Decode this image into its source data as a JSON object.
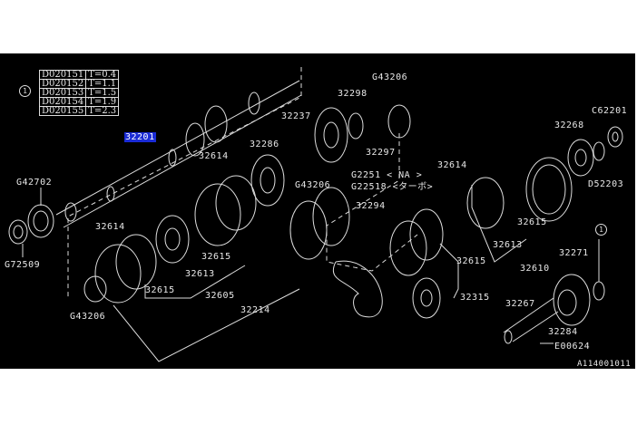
{
  "diagram_id": "A114001011",
  "thickness_table": {
    "ref": "1",
    "rows": [
      {
        "part": "D020151",
        "thickness": "T=0.4"
      },
      {
        "part": "D020152",
        "thickness": "T=1.1"
      },
      {
        "part": "D020153",
        "thickness": "T=1.5"
      },
      {
        "part": "D020154",
        "thickness": "T=1.9"
      },
      {
        "part": "D020155",
        "thickness": "T=2.3"
      }
    ]
  },
  "selected_part": "32201",
  "parts": {
    "g42702": "G42702",
    "g72509": "G72509",
    "p32614_a": "32614",
    "p32615_a": "32615",
    "p32615_b": "32615",
    "p32613_a": "32613",
    "p32605": "32605",
    "p32214": "32214",
    "g43206_a": "G43206",
    "p32614_b": "32614",
    "p32286": "32286",
    "p32237": "32237",
    "g43206_b": "G43206",
    "g43206_c": "G43206",
    "p32298": "32298",
    "p32297": "32297",
    "g2251": "G2251 < NA >",
    "g22518": "G22518 <ターボ>",
    "p32294": "32294",
    "p32614_c": "32614",
    "p32268": "32268",
    "c62201": "C62201",
    "d52203": "D52203",
    "p32615_c": "32615",
    "p32613_b": "32613",
    "p32615_d": "32615",
    "p32610": "32610",
    "p32271": "32271",
    "p32315": "32315",
    "p32267": "32267",
    "p32284": "32284",
    "e00624": "E00624"
  },
  "ref_circle_right": "1",
  "colors": {
    "background": "#000000",
    "line": "#e8e8e8",
    "highlight": "#1a2bd6"
  }
}
